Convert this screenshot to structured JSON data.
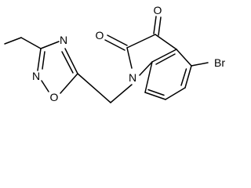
{
  "structure": {
    "atoms": {
      "br": "Br",
      "o_top": "O",
      "o_left": "O",
      "n_indole": "N",
      "n_ox_top": "N",
      "n_ox_left": "N",
      "o_ox": "O"
    }
  },
  "colors": {
    "bond": "#000000",
    "label": "#000000",
    "background": "#ffffff"
  }
}
